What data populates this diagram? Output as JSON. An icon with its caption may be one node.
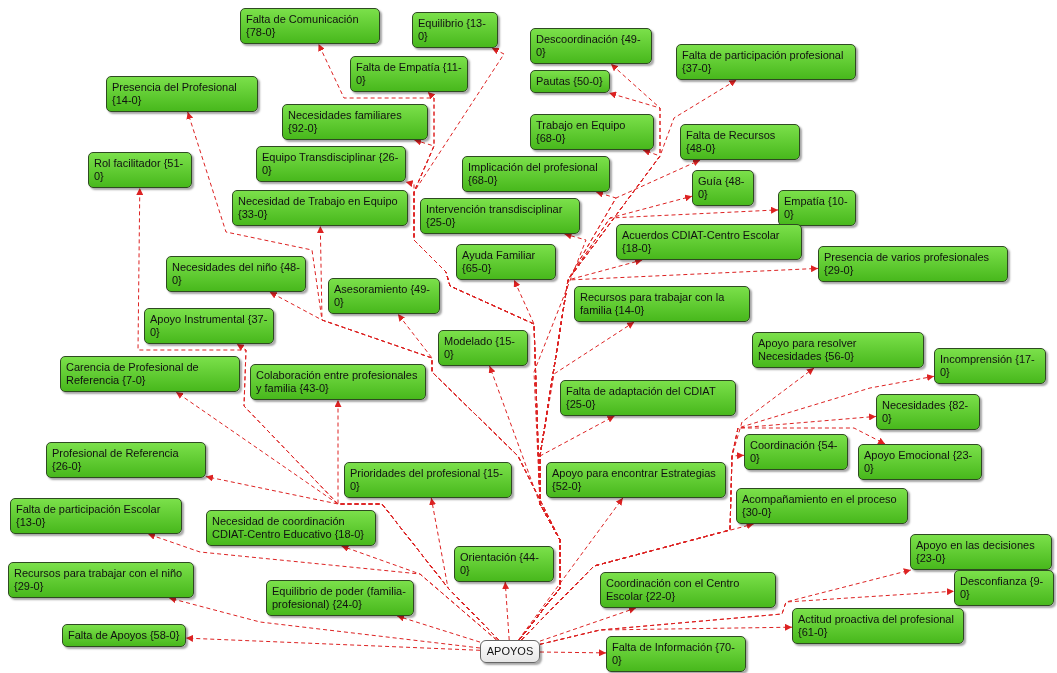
{
  "diagram": {
    "nodes": [
      {
        "text": [
          "Falta de Comunicación {78-0}"
        ]
      },
      {
        "text": [
          "Equilibrio {13-0}"
        ]
      },
      {
        "text": [
          "Descoordinación {49-0}"
        ]
      },
      {
        "text": [
          "Falta de Empatía {11-0}"
        ]
      },
      {
        "text": [
          "Pautas {50-0}"
        ]
      },
      {
        "text": [
          "Falta de participación profesional {37-0}"
        ]
      },
      {
        "text": [
          "Presencia del Profesional {14-0}"
        ]
      },
      {
        "text": [
          "Necesidades familiares {92-0}"
        ]
      },
      {
        "text": [
          "Trabajo en Equipo {68-0}"
        ]
      },
      {
        "text": [
          "Falta de Recursos {48-0}"
        ]
      },
      {
        "text": [
          "Equipo Transdisciplinar {26-0}"
        ]
      },
      {
        "text": [
          "Implicación del profesional {68-0}"
        ]
      },
      {
        "text": [
          "Rol facilitador {51-0}"
        ]
      },
      {
        "text": [
          "Guía {48-0}"
        ]
      },
      {
        "text": [
          "Empatía {10-0}"
        ]
      },
      {
        "text": [
          "Necesidad de Trabajo en Equipo {33-0}"
        ]
      },
      {
        "text": [
          "Intervención transdisciplinar {25-0}"
        ]
      },
      {
        "text": [
          "Acuerdos CDIAT-Centro Escolar {18-0}"
        ]
      },
      {
        "text": [
          "Ayuda Familiar {65-0}"
        ]
      },
      {
        "text": [
          "Presencia de varios profesionales {29-0}"
        ]
      },
      {
        "text": [
          "Necesidades del niño {48-0}"
        ]
      },
      {
        "text": [
          "Asesoramiento {49-0}"
        ]
      },
      {
        "text": [
          "Recursos para trabajar con la familia {14-0}"
        ]
      },
      {
        "text": [
          "Apoyo Instrumental {37-0}"
        ]
      },
      {
        "text": [
          "Modelado {15-0}"
        ]
      },
      {
        "text": [
          "Apoyo para resolver Necesidades {56-0}"
        ]
      },
      {
        "text": [
          "Incomprensión {17-0}"
        ]
      },
      {
        "text": [
          "Carencia de Profesional de Referencia {7-0}"
        ]
      },
      {
        "text": [
          "Colaboración entre profesionales y familia {43-0}"
        ]
      },
      {
        "text": [
          "Falta de adaptación del CDIAT {25-0}"
        ]
      },
      {
        "text": [
          "Necesidades {82-0}"
        ]
      },
      {
        "text": [
          "Coordinación {54-0}"
        ]
      },
      {
        "text": [
          "Apoyo Emocional {23-0}"
        ]
      },
      {
        "text": [
          "Profesional de Referencia {26-0}"
        ]
      },
      {
        "text": [
          "Prioridades del profesional {15-0}"
        ]
      },
      {
        "text": [
          "Apoyo para encontrar Estrategias {52-0}"
        ]
      },
      {
        "text": [
          "Acompañamiento en el proceso {30-0}"
        ]
      },
      {
        "text": [
          "Falta de participación Escolar {13-0}"
        ]
      },
      {
        "text": [
          "Necesidad de coordinación CDIAT-Centro Educativo {18-0}"
        ]
      },
      {
        "text": [
          "Apoyo en las decisiones {23-0}"
        ]
      },
      {
        "text": [
          "Recursos para trabajar con el niño {29-0}"
        ]
      },
      {
        "text": [
          "Equilibrio de poder (familia-profesional) {24-0}"
        ]
      },
      {
        "text": [
          "Orientación {44-0}"
        ]
      },
      {
        "text": [
          "Coordinación con el Centro Escolar {22-0}"
        ]
      },
      {
        "text": [
          "Desconfianza {9-0}"
        ]
      },
      {
        "text": [
          "Falta de Apoyos {58-0}"
        ]
      },
      {
        "text": [
          "Actitud proactiva del profesional {61-0}"
        ]
      },
      {
        "text": [
          "Falta de Información {70-0}"
        ]
      },
      {
        "text": [
          "APOYOS"
        ]
      }
    ],
    "edges": [
      {
        "from": 48,
        "to": 0,
        "arrow": "to",
        "style": "dashed"
      },
      {
        "from": 48,
        "to": 1,
        "arrow": "to",
        "style": "dashed"
      },
      {
        "from": 48,
        "to": 2,
        "arrow": "to",
        "style": "dashed"
      },
      {
        "from": 48,
        "to": 3,
        "arrow": "to",
        "style": "dashed"
      },
      {
        "from": 48,
        "to": 4,
        "arrow": "to",
        "style": "dashed"
      },
      {
        "from": 48,
        "to": 5,
        "arrow": "to",
        "style": "dashed"
      },
      {
        "from": 48,
        "to": 6,
        "arrow": "to",
        "style": "dashed"
      },
      {
        "from": 48,
        "to": 7,
        "arrow": "to",
        "style": "dashed"
      },
      {
        "from": 48,
        "to": 8,
        "arrow": "to",
        "style": "dashed"
      },
      {
        "from": 48,
        "to": 9,
        "arrow": "to",
        "style": "dashed"
      },
      {
        "from": 48,
        "to": 10,
        "arrow": "to",
        "style": "dashed"
      },
      {
        "from": 48,
        "to": 11,
        "arrow": "to",
        "style": "dashed"
      },
      {
        "from": 48,
        "to": 12,
        "arrow": "to",
        "style": "dashed"
      },
      {
        "from": 48,
        "to": 13,
        "arrow": "to",
        "style": "dashed"
      },
      {
        "from": 48,
        "to": 14,
        "arrow": "to",
        "style": "dashed"
      },
      {
        "from": 48,
        "to": 15,
        "arrow": "to",
        "style": "dashed"
      },
      {
        "from": 48,
        "to": 16,
        "arrow": "to",
        "style": "dashed"
      },
      {
        "from": 48,
        "to": 17,
        "arrow": "to",
        "style": "dashed"
      },
      {
        "from": 48,
        "to": 18,
        "arrow": "to",
        "style": "dashed"
      },
      {
        "from": 48,
        "to": 19,
        "arrow": "to",
        "style": "dashed"
      },
      {
        "from": 48,
        "to": 20,
        "arrow": "to",
        "style": "dashed"
      },
      {
        "from": 48,
        "to": 21,
        "arrow": "to",
        "style": "dashed"
      },
      {
        "from": 48,
        "to": 22,
        "arrow": "to",
        "style": "dashed"
      },
      {
        "from": 48,
        "to": 23,
        "arrow": "to",
        "style": "dashed"
      },
      {
        "from": 48,
        "to": 24,
        "arrow": "to",
        "style": "dashed"
      },
      {
        "from": 48,
        "to": 25,
        "arrow": "to",
        "style": "dashed"
      },
      {
        "from": 48,
        "to": 26,
        "arrow": "to",
        "style": "dashed"
      },
      {
        "from": 48,
        "to": 27,
        "arrow": "to",
        "style": "dashed"
      },
      {
        "from": 48,
        "to": 28,
        "arrow": "to",
        "style": "dashed"
      },
      {
        "from": 48,
        "to": 29,
        "arrow": "to",
        "style": "dashed"
      },
      {
        "from": 48,
        "to": 30,
        "arrow": "to",
        "style": "dashed"
      },
      {
        "from": 48,
        "to": 31,
        "arrow": "to",
        "style": "dashed"
      },
      {
        "from": 48,
        "to": 32,
        "arrow": "to",
        "style": "dashed"
      },
      {
        "from": 48,
        "to": 33,
        "arrow": "to",
        "style": "dashed"
      },
      {
        "from": 48,
        "to": 34,
        "arrow": "to",
        "style": "dashed"
      },
      {
        "from": 48,
        "to": 35,
        "arrow": "to",
        "style": "dashed"
      },
      {
        "from": 48,
        "to": 36,
        "arrow": "to",
        "style": "dashed"
      },
      {
        "from": 48,
        "to": 37,
        "arrow": "to",
        "style": "dashed"
      },
      {
        "from": 48,
        "to": 38,
        "arrow": "to",
        "style": "dashed"
      },
      {
        "from": 48,
        "to": 39,
        "arrow": "to",
        "style": "dashed"
      },
      {
        "from": 48,
        "to": 40,
        "arrow": "to",
        "style": "dashed"
      },
      {
        "from": 48,
        "to": 41,
        "arrow": "to",
        "style": "dashed"
      },
      {
        "from": 48,
        "to": 42,
        "arrow": "to",
        "style": "dashed"
      },
      {
        "from": 48,
        "to": 43,
        "arrow": "to",
        "style": "dashed"
      },
      {
        "from": 48,
        "to": 44,
        "arrow": "to",
        "style": "dashed"
      },
      {
        "from": 48,
        "to": 45,
        "arrow": "to",
        "style": "dashed"
      },
      {
        "from": 48,
        "to": 46,
        "arrow": "to",
        "style": "dashed"
      },
      {
        "from": 48,
        "to": 47,
        "arrow": "to",
        "style": "dashed"
      }
    ]
  }
}
